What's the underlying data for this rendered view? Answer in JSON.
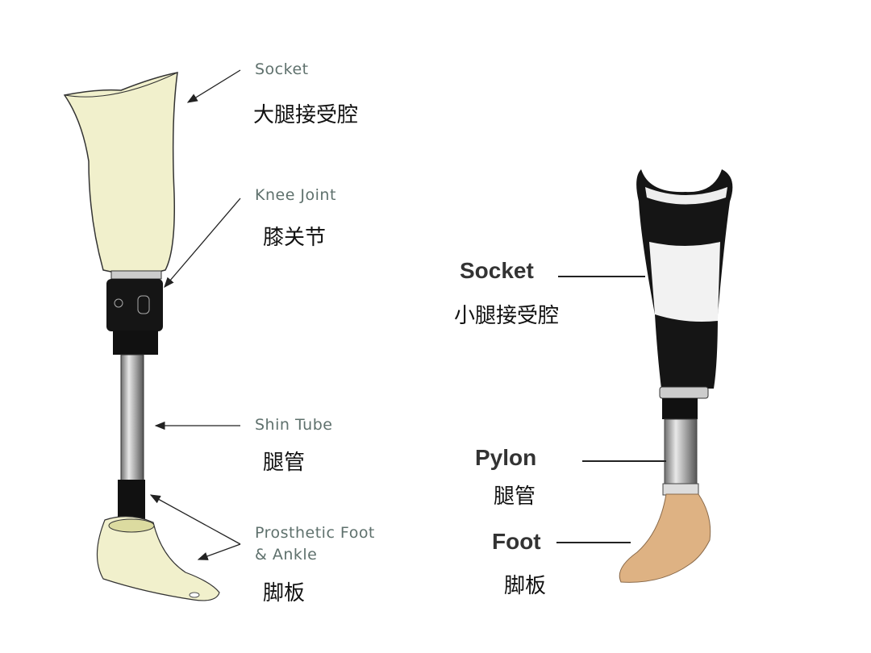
{
  "left_diagram": {
    "labels": [
      {
        "en": "Socket",
        "cn": "大腿接受腔"
      },
      {
        "en": "Knee Joint",
        "cn": "膝关节"
      },
      {
        "en": "Shin Tube",
        "cn": "腿管"
      },
      {
        "en_line1": "Prosthetic Foot",
        "en_line2": "& Ankle",
        "cn": "脚板"
      }
    ]
  },
  "right_diagram": {
    "labels": [
      {
        "en": "Socket",
        "cn": "小腿接受腔"
      },
      {
        "en": "Pylon",
        "cn": "腿管"
      },
      {
        "en": "Foot",
        "cn": "脚板"
      }
    ]
  },
  "colors": {
    "socket_cream": "#f1f0cc",
    "label_teal": "#5f716d",
    "black": "#141414",
    "skin": "#deb283"
  }
}
